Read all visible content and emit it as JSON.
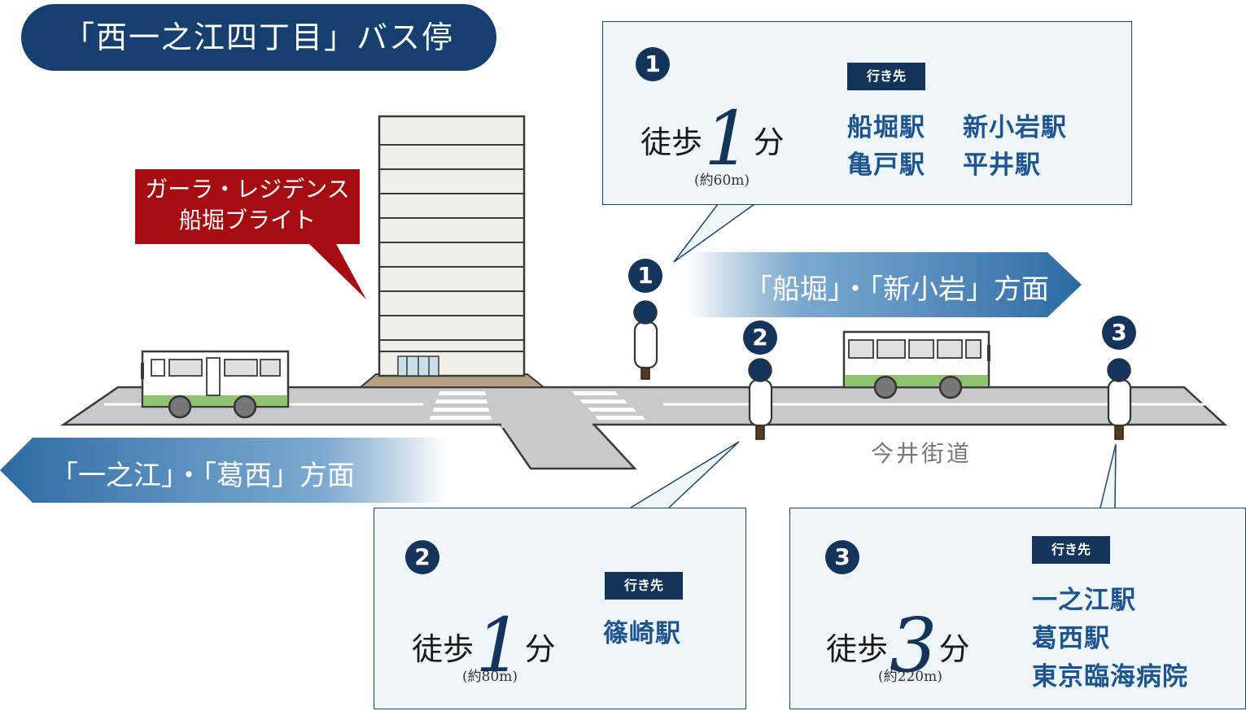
{
  "title": "「西一之江四丁目」バス停",
  "building_label": {
    "line1": "ガーラ・レジデンス",
    "line2": "船堀ブライト"
  },
  "directions": {
    "east": "「船堀」・「新小岩」方面",
    "west": "「一之江」・「葛西」方面"
  },
  "street_name": "今井街道",
  "stops": [
    {
      "number": "1",
      "walk_prefix": "徒歩",
      "minutes": "1",
      "walk_suffix": "分",
      "distance": "(約60m)",
      "destination_label": "行き先",
      "destinations": [
        "船堀駅",
        "新小岩駅",
        "亀戸駅",
        "平井駅"
      ]
    },
    {
      "number": "2",
      "walk_prefix": "徒歩",
      "minutes": "1",
      "walk_suffix": "分",
      "distance": "(約80m)",
      "destination_label": "行き先",
      "destinations": [
        "篠崎駅"
      ]
    },
    {
      "number": "3",
      "walk_prefix": "徒歩",
      "minutes": "3",
      "walk_suffix": "分",
      "distance": "(約220m)",
      "destination_label": "行き先",
      "destinations": [
        "一之江駅",
        "葛西駅",
        "東京臨海病院"
      ]
    }
  ],
  "colors": {
    "navy": "#14345b",
    "title_bg": "#153f6e",
    "label_red": "#a50d12",
    "destination_blue": "#1e5590",
    "arrow_blue": "#2f6ea6",
    "box_bg": "#eef6fa",
    "road_gray": "#c8c9ca",
    "bus_green": "#8fc36f"
  }
}
